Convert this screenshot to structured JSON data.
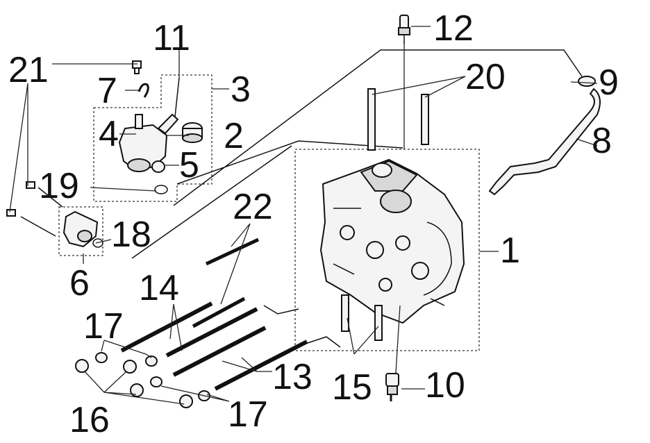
{
  "labels": [
    {
      "id": "1",
      "text": "1"
    },
    {
      "id": "2",
      "text": "2"
    },
    {
      "id": "3",
      "text": "3"
    },
    {
      "id": "4",
      "text": "4"
    },
    {
      "id": "5",
      "text": "5"
    },
    {
      "id": "6",
      "text": "6"
    },
    {
      "id": "7",
      "text": "7"
    },
    {
      "id": "8",
      "text": "8"
    },
    {
      "id": "9",
      "text": "9"
    },
    {
      "id": "10",
      "text": "10"
    },
    {
      "id": "11",
      "text": "11"
    },
    {
      "id": "12",
      "text": "12"
    },
    {
      "id": "13",
      "text": "13"
    },
    {
      "id": "14",
      "text": "14"
    },
    {
      "id": "15",
      "text": "15"
    },
    {
      "id": "16",
      "text": "16"
    },
    {
      "id": "17a",
      "text": "17"
    },
    {
      "id": "17b",
      "text": "17"
    },
    {
      "id": "18",
      "text": "18"
    },
    {
      "id": "19",
      "text": "19"
    },
    {
      "id": "20",
      "text": "20"
    },
    {
      "id": "21",
      "text": "21"
    },
    {
      "id": "22",
      "text": "22"
    }
  ]
}
